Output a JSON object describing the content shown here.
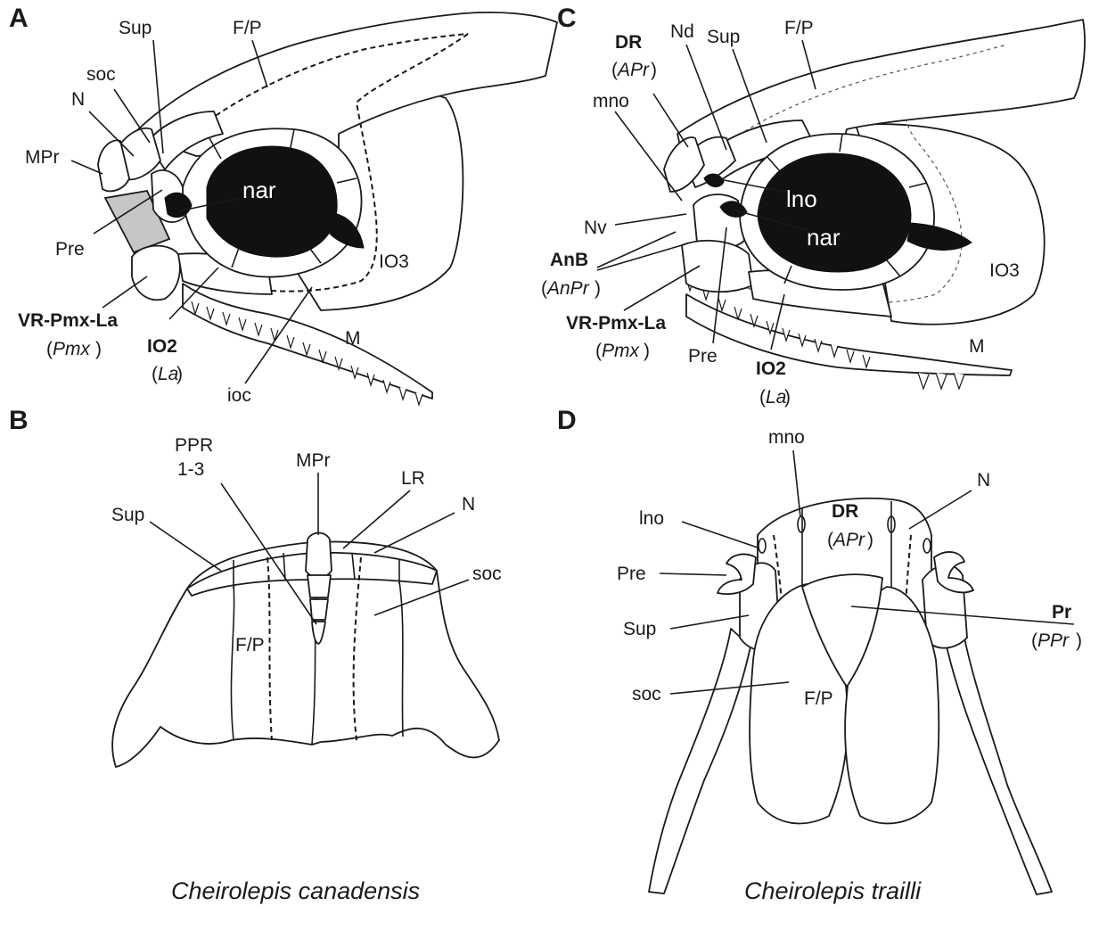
{
  "panels": {
    "A": {
      "letter": "A",
      "species": "Cheirolepis canadensis",
      "labels": {
        "sup": "Sup",
        "fp": "F/P",
        "soc": "soc",
        "n": "N",
        "mpr": "MPr",
        "nar": "nar",
        "pre": "Pre",
        "io3": "IO3",
        "vr": "VR-Pmx-La",
        "vr_homolog": "Pmx",
        "io2": "IO2",
        "io2_homolog": "La",
        "m": "M",
        "ioc": "ioc"
      }
    },
    "B": {
      "letter": "B",
      "labels": {
        "ppr": "PPR",
        "ppr_range": "1-3",
        "mpr": "MPr",
        "lr": "LR",
        "sup": "Sup",
        "n": "N",
        "soc": "soc",
        "fp": "F/P"
      }
    },
    "C": {
      "letter": "C",
      "species": "Cheirolepis trailli",
      "labels": {
        "dr": "DR",
        "dr_homolog": "APr",
        "nd": "Nd",
        "sup": "Sup",
        "fp": "F/P",
        "mno": "mno",
        "lno": "lno",
        "nar": "nar",
        "nv": "Nv",
        "anb": "AnB",
        "anb_homolog": "AnPr",
        "vr": "VR-Pmx-La",
        "vr_homolog": "Pmx",
        "pre": "Pre",
        "io2": "IO2",
        "io2_homolog": "La",
        "io3": "IO3",
        "m": "M"
      }
    },
    "D": {
      "letter": "D",
      "labels": {
        "mno": "mno",
        "n": "N",
        "lno": "lno",
        "dr": "DR",
        "dr_homolog": "APr",
        "pre": "Pre",
        "sup": "Sup",
        "pr": "Pr",
        "pr_homolog": "PPr",
        "soc": "soc",
        "fp": "F/P"
      }
    }
  },
  "colors": {
    "ink": "#1a1a1a",
    "shaded_bone": "#c6c6c6",
    "opening": "#111111"
  }
}
